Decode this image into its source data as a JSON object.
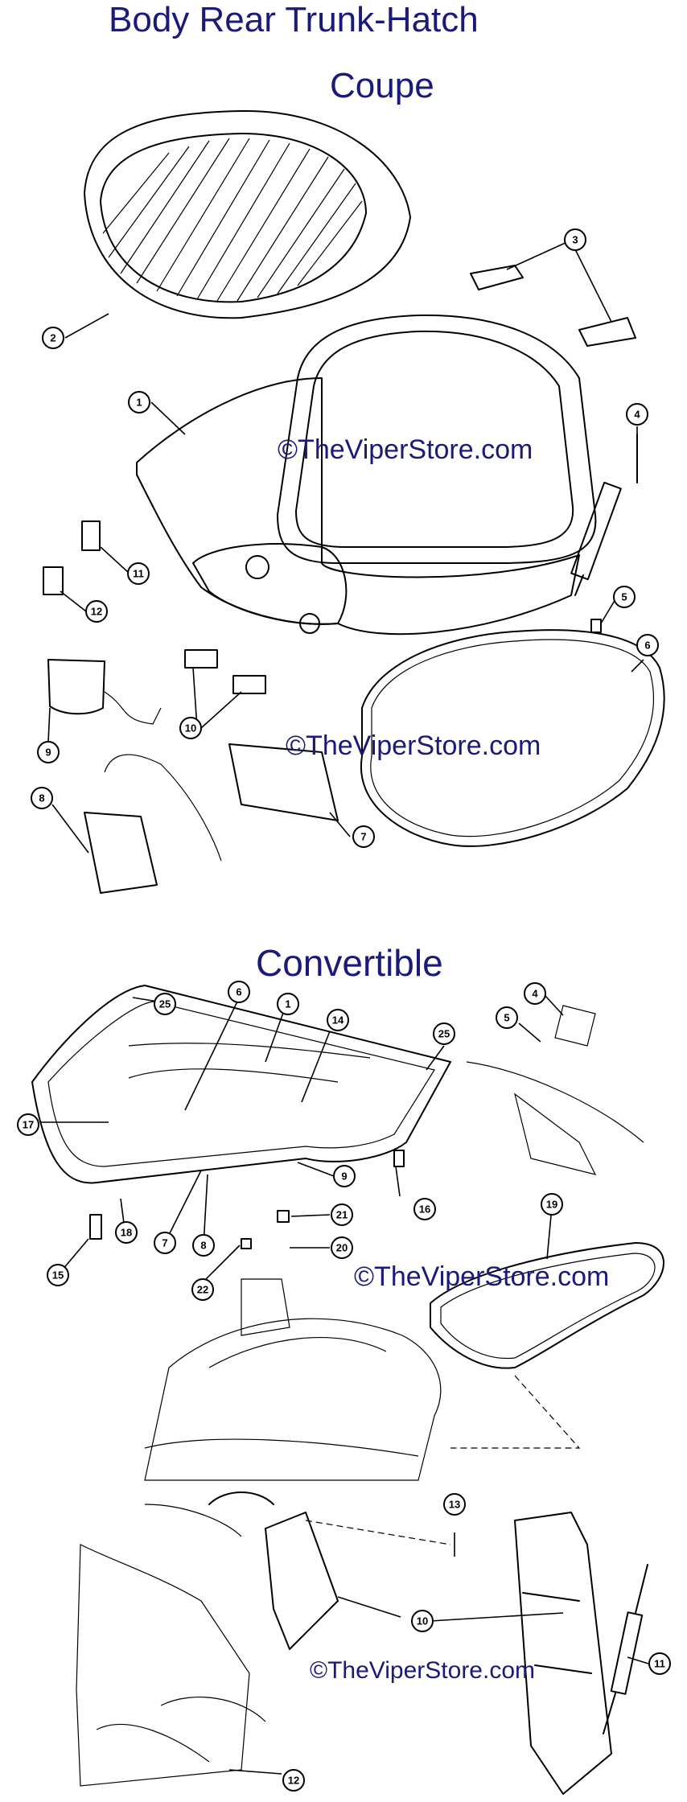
{
  "titles": {
    "main": "Body Rear Trunk-Hatch",
    "coupe": "Coupe",
    "convertible": "Convertible"
  },
  "watermarks": [
    "©TheViperStore.com",
    "©TheViperStore.com",
    "©TheViperStore.com",
    "©TheViperStore.com"
  ],
  "callouts": {
    "coupe": [
      "1",
      "2",
      "3",
      "4",
      "5",
      "6",
      "7",
      "8",
      "9",
      "10",
      "11",
      "12"
    ],
    "convertible": [
      "25",
      "6",
      "1",
      "14",
      "25",
      "4",
      "5",
      "17",
      "9",
      "16",
      "18",
      "7",
      "8",
      "21",
      "15",
      "20",
      "22",
      "19",
      "13",
      "10",
      "11",
      "12"
    ]
  }
}
